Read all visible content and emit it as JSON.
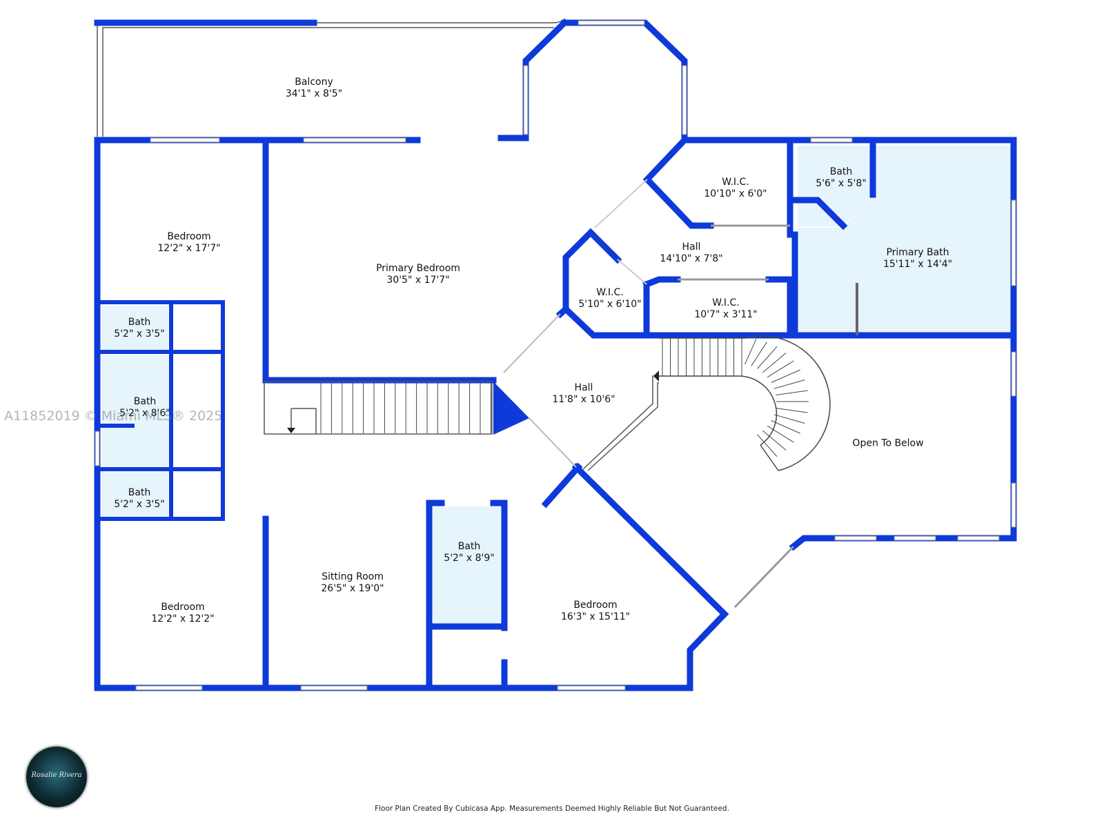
{
  "rooms": {
    "balcony": {
      "name": "Balcony",
      "size": "34'1\" x 8'5\""
    },
    "bedroom_nw": {
      "name": "Bedroom",
      "size": "12'2\" x 17'7\""
    },
    "primary_bedroom": {
      "name": "Primary Bedroom",
      "size": "30'5\" x 17'7\""
    },
    "wic_top": {
      "name": "W.I.C.",
      "size": "10'10\" x 6'0\""
    },
    "bath_top": {
      "name": "Bath",
      "size": "5'6\" x 5'8\""
    },
    "hall_top": {
      "name": "Hall",
      "size": "14'10\" x 7'8\""
    },
    "primary_bath": {
      "name": "Primary Bath",
      "size": "15'11\" x 14'4\""
    },
    "wic_left": {
      "name": "W.I.C.",
      "size": "5'10\" x 6'10\""
    },
    "wic_small": {
      "name": "W.I.C.",
      "size": "10'7\" x 3'11\""
    },
    "bath_a": {
      "name": "Bath",
      "size": "5'2\" x 3'5\""
    },
    "bath_b": {
      "name": "Bath",
      "size": "5'2\" x 8'6\""
    },
    "bath_c": {
      "name": "Bath",
      "size": "5'2\" x 3'5\""
    },
    "hall_center": {
      "name": "Hall",
      "size": "11'8\" x 10'6\""
    },
    "open_below": {
      "name": "Open To Below",
      "size": ""
    },
    "bath_d": {
      "name": "Bath",
      "size": "5'2\" x 8'9\""
    },
    "sitting_room": {
      "name": "Sitting Room",
      "size": "26'5\" x 19'0\""
    },
    "bedroom_sw": {
      "name": "Bedroom",
      "size": "12'2\" x 12'2\""
    },
    "bedroom_se": {
      "name": "Bedroom",
      "size": "16'3\" x 15'11\""
    }
  },
  "watermark": "A11852019 © Miami MLS® 2025",
  "footer": "Floor Plan Created By Cubicasa App. Measurements Deemed Highly Reliable But Not Guaranteed.",
  "logo_signature": "Rosalie Rivera",
  "colors": {
    "wall": "#0d3ad9",
    "bath_fill": "#e6f4fc"
  }
}
